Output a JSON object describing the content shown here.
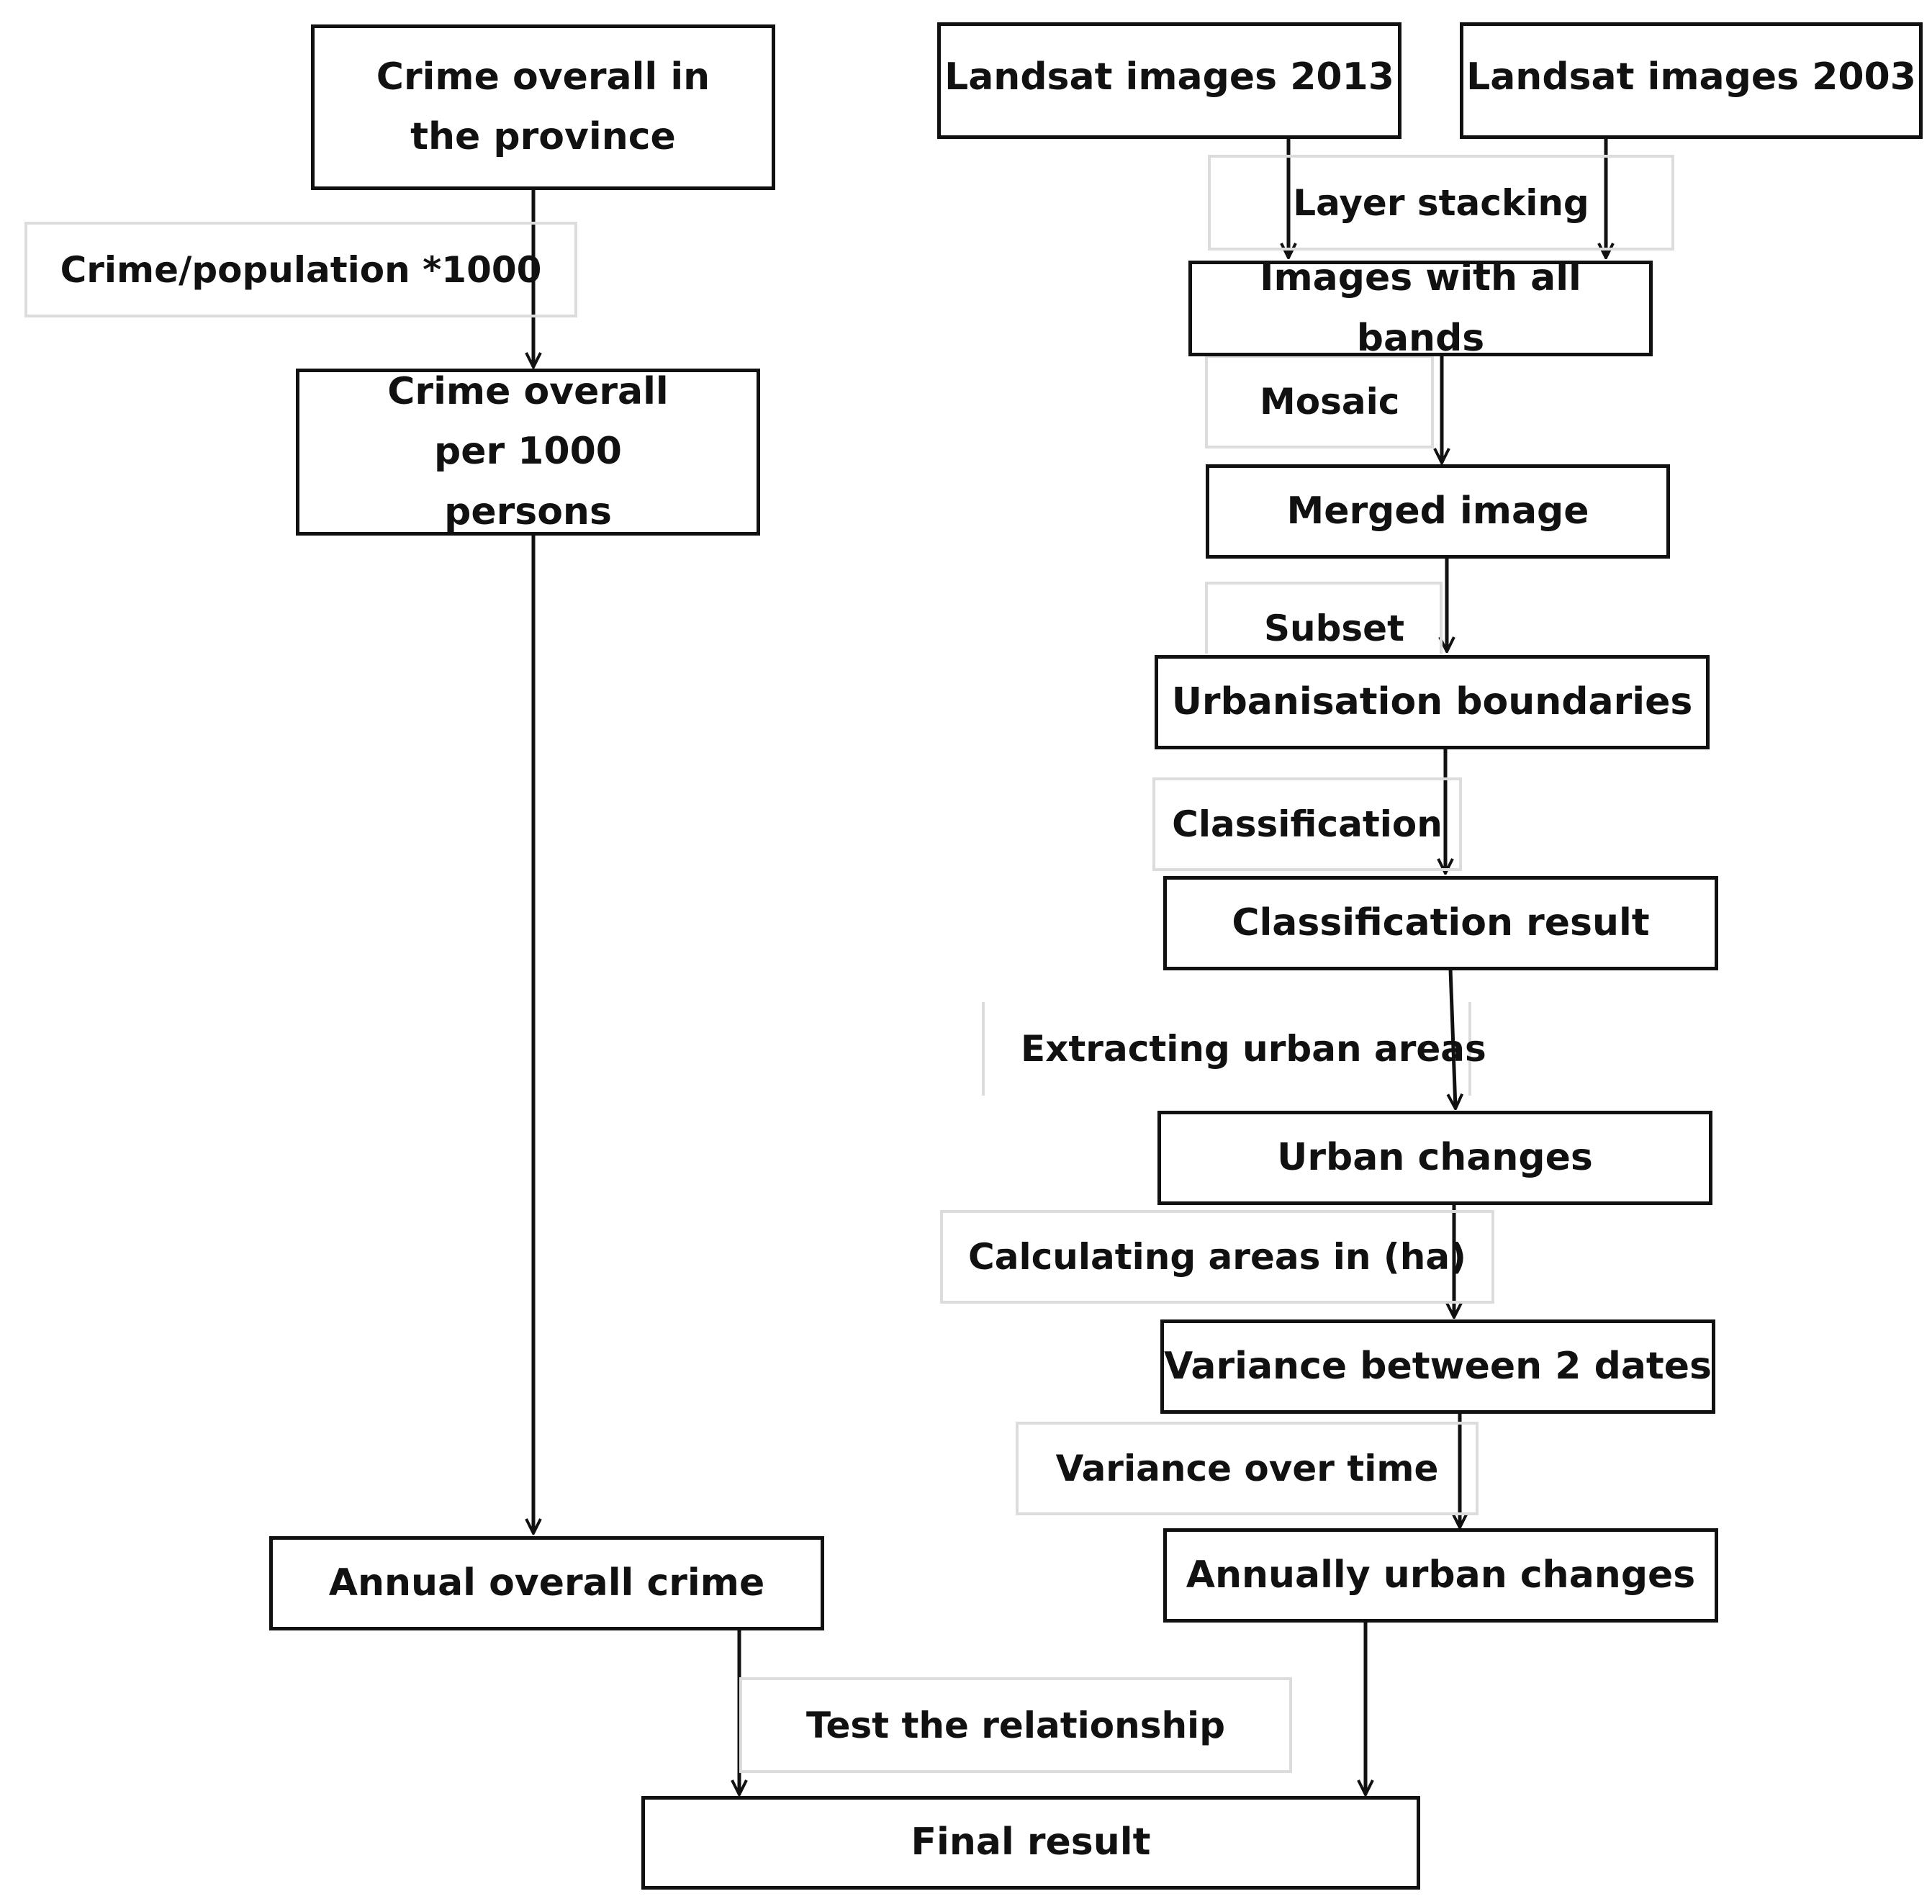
{
  "nodes": {
    "crime_province": "Crime overall in the province",
    "crime_per_1000": "Crime overall per 1000 persons",
    "annual_crime": "Annual overall crime",
    "landsat_2013": "Landsat images 2013",
    "landsat_2003": "Landsat images 2003",
    "images_all_bands": "Images with all bands",
    "merged_image": "Merged image",
    "urban_boundaries": "Urbanisation boundaries",
    "classification_result": "Classification result",
    "urban_changes": "Urban changes",
    "variance_2_dates": "Variance between 2 dates",
    "annual_urban_changes": "Annually urban changes",
    "final_result": "Final result"
  },
  "edge_labels": {
    "crime_ratio": "Crime/population *1000",
    "layer_stacking": "Layer stacking",
    "mosaic": "Mosaic",
    "subset": "Subset",
    "classification": "Classification",
    "extracting": "Extracting urban areas",
    "calculating": "Calculating areas in (ha)",
    "variance_time": "Variance over time",
    "test_relationship": "Test the relationship"
  },
  "colors": {
    "stroke": "#111111",
    "label_border": "#dcdcdc"
  }
}
